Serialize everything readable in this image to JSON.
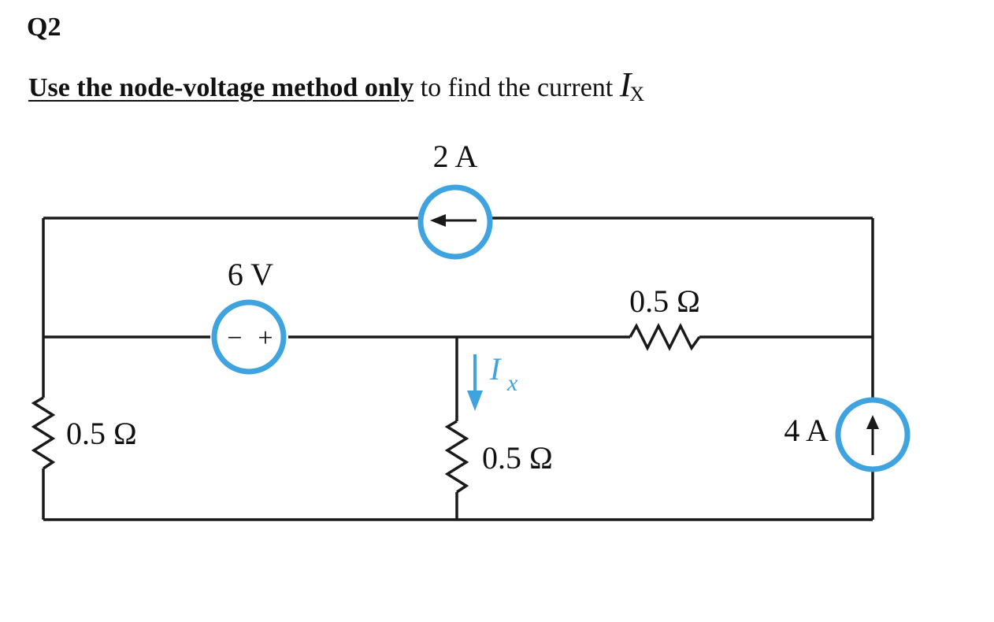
{
  "question": {
    "number": "Q2",
    "instruction_emphasis": "Use the node-voltage method only",
    "instruction_rest": " to find the current ",
    "variable": "I",
    "variable_subscript": "X"
  },
  "circuit": {
    "current_source_top": {
      "label": "2 A"
    },
    "voltage_source": {
      "label": "6 V",
      "minus": "−",
      "plus": "+"
    },
    "resistor_right_top": {
      "label": "0.5 Ω"
    },
    "resistor_left": {
      "label": "0.5 Ω"
    },
    "resistor_middle": {
      "label": "0.5 Ω"
    },
    "current_source_right": {
      "label": "4 A"
    },
    "current_indicator": {
      "symbol": "I",
      "subscript": "x"
    },
    "colors": {
      "accent": "#3fa3e0",
      "wire": "#1a1a1a"
    }
  }
}
